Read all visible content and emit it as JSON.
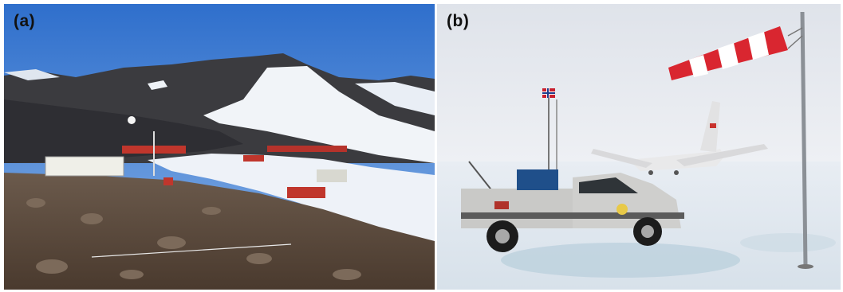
{
  "figure": {
    "panels": [
      {
        "id": "a",
        "label": "(a)"
      },
      {
        "id": "b",
        "label": "(b)"
      }
    ],
    "colors": {
      "sky_a": "#3f7fd3",
      "sky_b": "#e6e9ee",
      "snow": "#f3f6fa",
      "station_red": "#c0362c",
      "truck_silver": "#c9c9c7",
      "windsock_red": "#d92630"
    },
    "icons": [
      "norwegian-flag",
      "windsock",
      "aircraft",
      "pickup-truck"
    ]
  }
}
